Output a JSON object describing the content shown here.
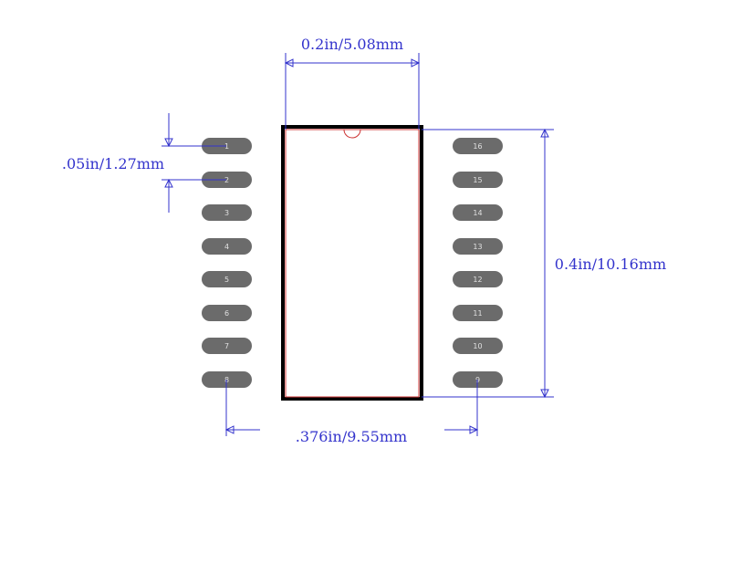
{
  "colors": {
    "dimension": "#3333cc",
    "outline": "#000000",
    "courtyard": "#cc3333",
    "pad": "#6b6b6b",
    "pad_text": "#e0e0e0"
  },
  "dimensions": {
    "body_width": "0.2in/5.08mm",
    "pitch": ".05in/1.27mm",
    "row_span": "0.4in/10.16mm",
    "pad_span": ".376in/9.55mm"
  },
  "pads": {
    "left": [
      "1",
      "2",
      "3",
      "4",
      "5",
      "6",
      "7",
      "8"
    ],
    "right": [
      "16",
      "15",
      "14",
      "13",
      "12",
      "11",
      "10",
      "9"
    ]
  }
}
